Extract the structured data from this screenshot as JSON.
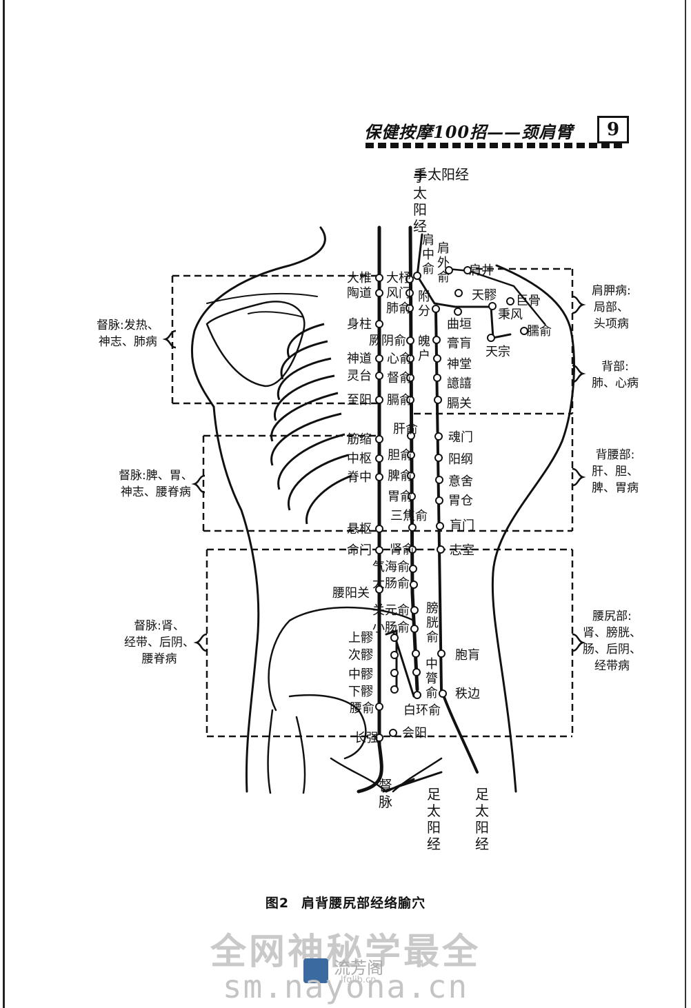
{
  "header": {
    "title": "保健按摩100招——颈肩臂",
    "page_number": "9"
  },
  "meridians": {
    "shou_taiyang": "手太阳经",
    "du_mai": "督脉",
    "zu_taiyang_inner": "足太阳经",
    "zu_taiyang_outer": "足太阳经"
  },
  "groups": {
    "left": [
      {
        "text": "督脉:发热、\n神志、肺病"
      },
      {
        "text": "督脉:脾、胃、\n神志、腰脊病"
      },
      {
        "text": "督脉:肾、\n经带、后阴、\n腰脊病"
      }
    ],
    "right": [
      {
        "text": "肩胛病:\n局部、\n头项病"
      },
      {
        "text": "背部:\n肺、心病"
      },
      {
        "text": "背腰部:\n肝、胆、\n脾、胃病"
      },
      {
        "text": "腰尻部:\n肾、膀胱、\n肠、后阴、\n经带病"
      }
    ]
  },
  "points": {
    "du": [
      "大椎",
      "陶道",
      "身柱",
      "神道",
      "灵台",
      "至阳",
      "筋缩",
      "中枢",
      "脊中",
      "悬枢",
      "命门",
      "腰阳关",
      "长强"
    ],
    "inner": [
      "大杼",
      "风门",
      "肺俞",
      "厥阴俞",
      "心俞",
      "督俞",
      "膈俞",
      "肝俞",
      "胆俞",
      "脾俞",
      "胃俞",
      "三焦俞",
      "肾俞",
      "气海俞",
      "大肠俞",
      "关元俞",
      "小肠俞",
      "膀胱俞",
      "中膂俞",
      "白环俞"
    ],
    "outer": [
      "附分",
      "魄户",
      "膏肓",
      "神堂",
      "譩譆",
      "膈关",
      "魂门",
      "阳纲",
      "意舍",
      "胃仓",
      "肓门",
      "志室",
      "胞肓",
      "秩边"
    ],
    "sacral": [
      "上髎",
      "次髎",
      "中髎",
      "下髎",
      "腰俞",
      "会阳"
    ],
    "shoulder": [
      "肩中俞",
      "肩外俞",
      "肩井",
      "天髎",
      "巨骨",
      "曲垣",
      "秉风",
      "臑俞",
      "天宗"
    ]
  },
  "caption": {
    "figure": "图2",
    "title": "肩背腰尻部经络腧穴"
  },
  "watermark": {
    "line1": "全网神秘学最全",
    "logo_text": "流芳阁",
    "logo_sub": "lfglib.cn",
    "line2": "sm.nayona.cn"
  }
}
